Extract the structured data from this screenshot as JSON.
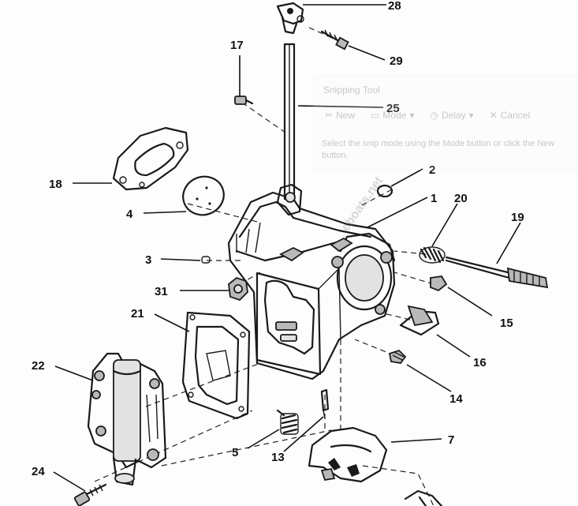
{
  "labels": {
    "l1": "1",
    "l2": "2",
    "l3": "3",
    "l4": "4",
    "l5": "5",
    "l7": "7",
    "l13": "13",
    "l14": "14",
    "l15": "15",
    "l16": "16",
    "l17": "17",
    "l18": "18",
    "l19": "19",
    "l20": "20",
    "l21": "21",
    "l22": "22",
    "l24": "24",
    "l25": "25",
    "l28": "28",
    "l29": "29",
    "l31": "31"
  },
  "snipping_tool": {
    "title": "Snipping Tool",
    "new_label": "New",
    "mode_label": "Mode",
    "delay_label": "Delay",
    "cancel_label": "Cancel",
    "hint": "Select the snip mode using the Mode button or click the New button."
  },
  "watermark": "eboats.net"
}
